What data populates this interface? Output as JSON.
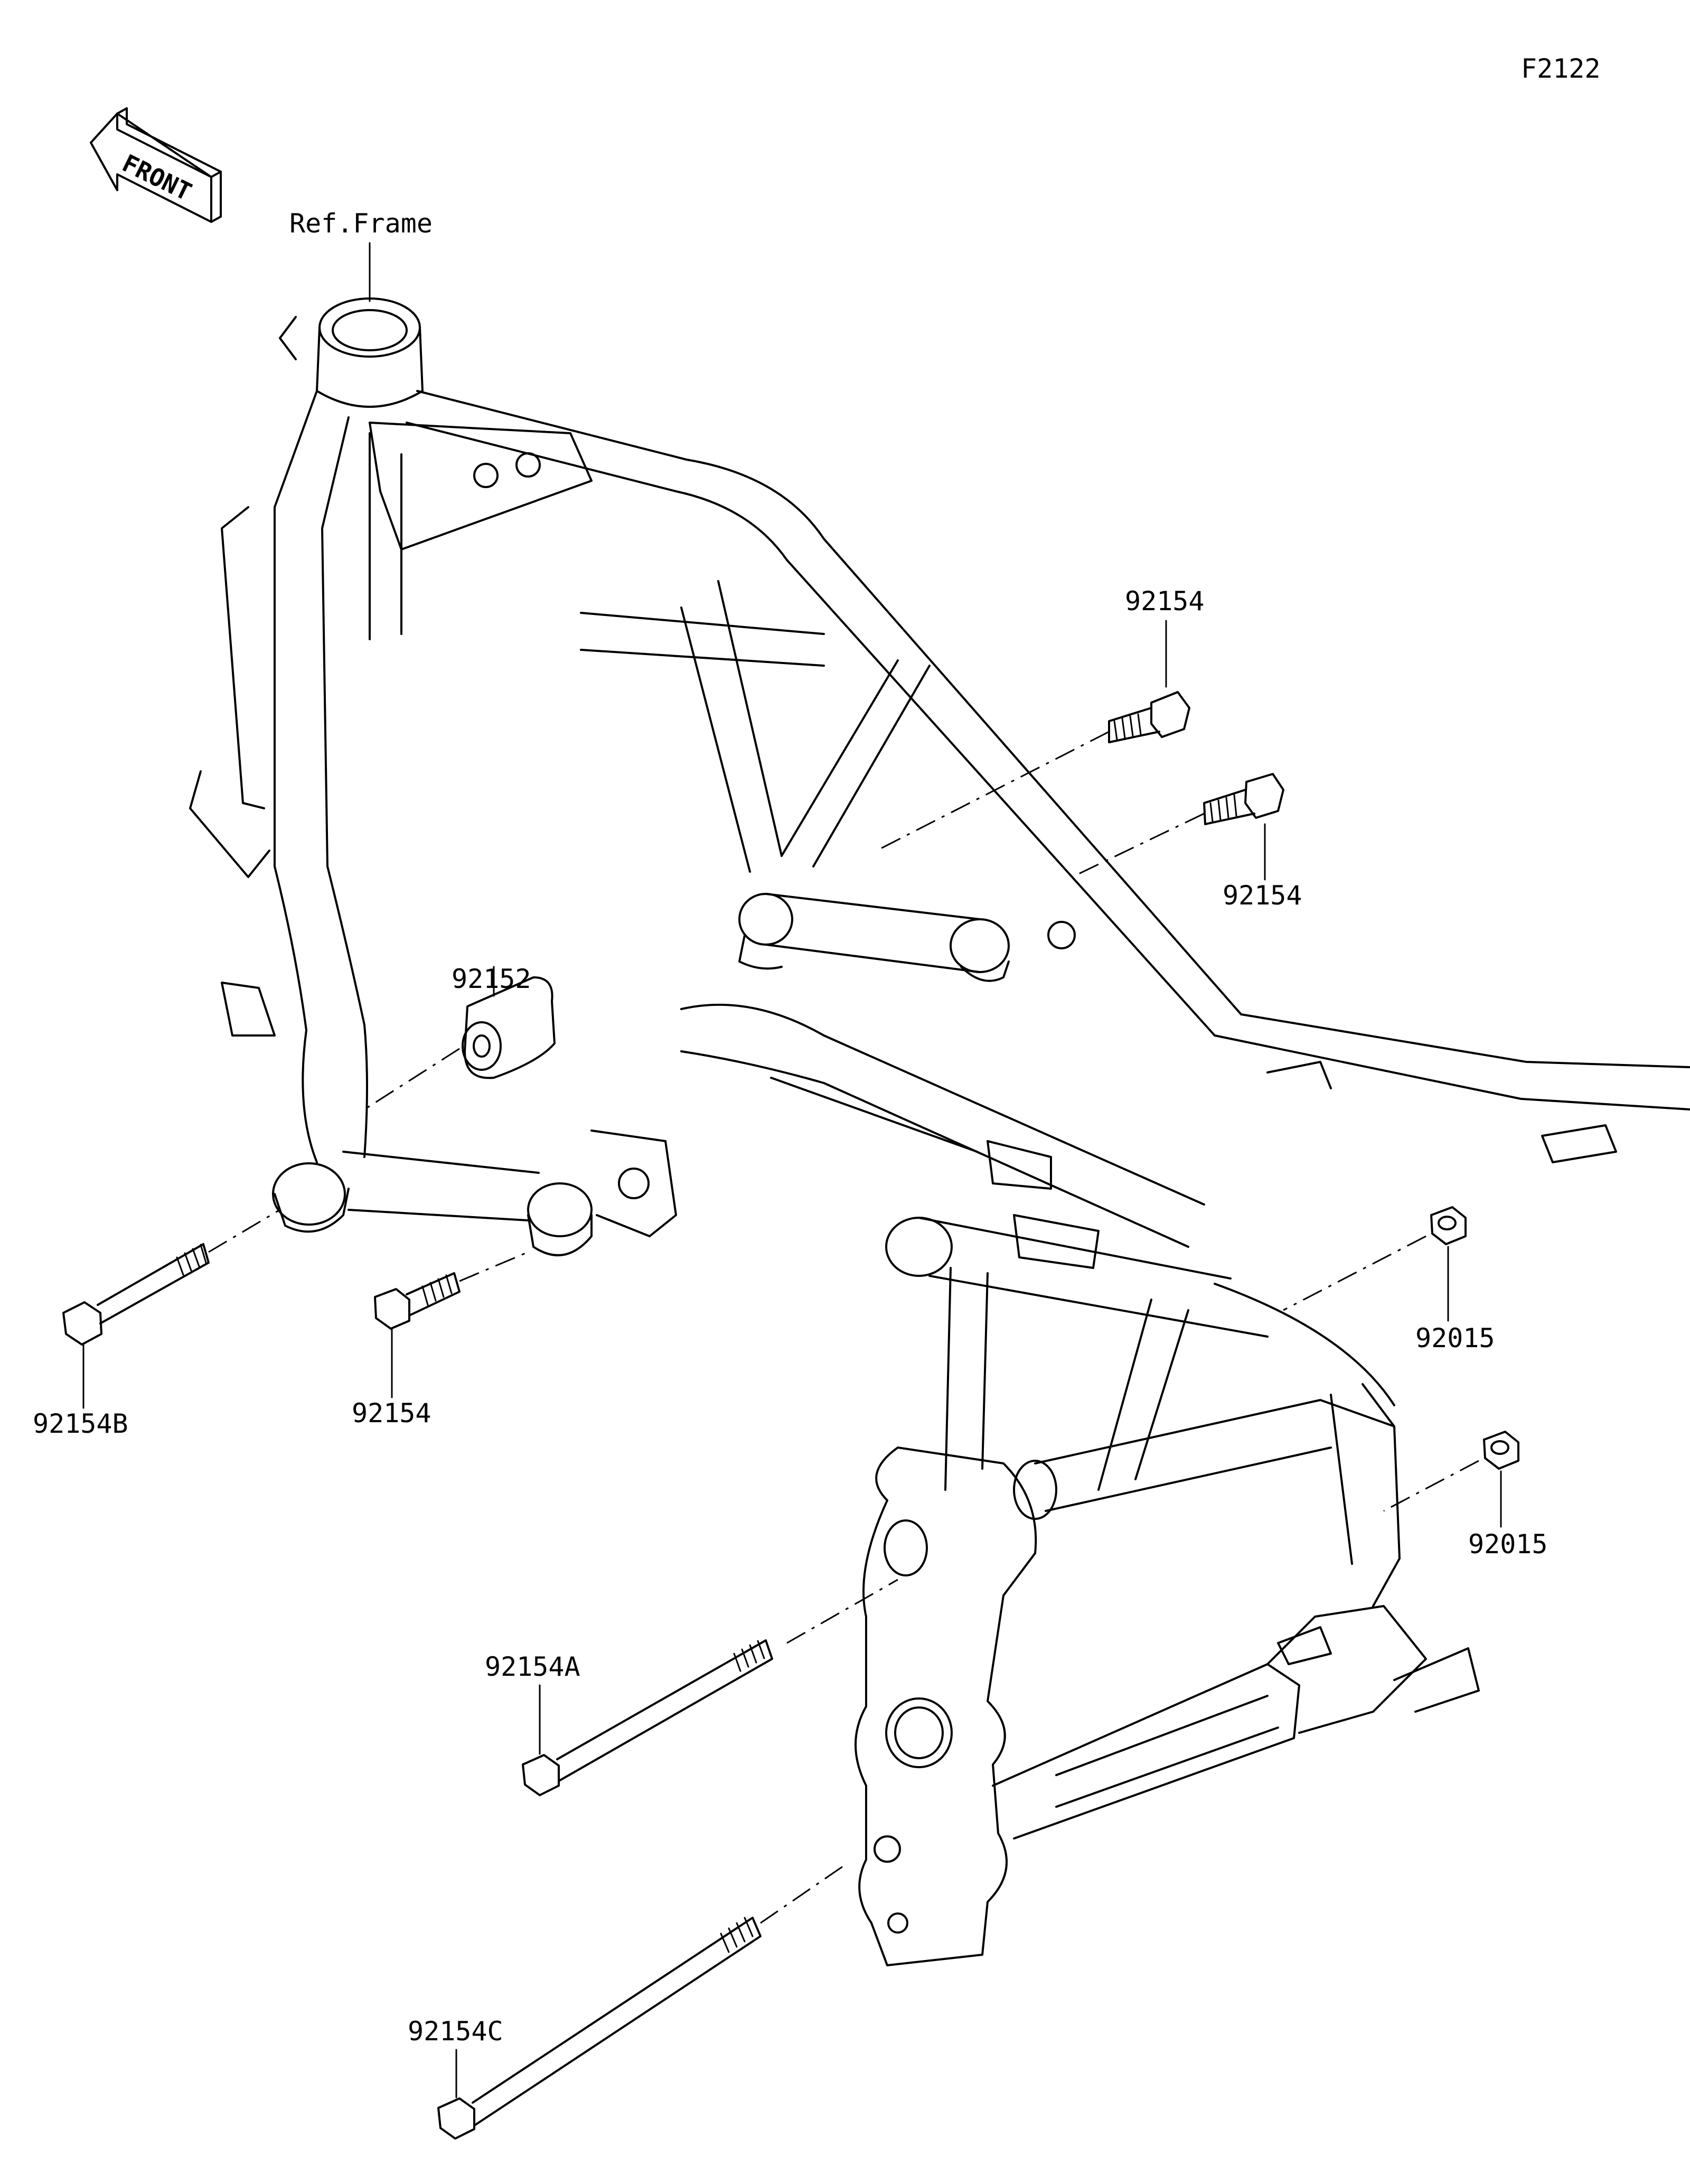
{
  "figure_code": "F2122",
  "front_arrow": {
    "label": "FRONT",
    "icon": "front-direction-arrow-icon"
  },
  "ref_frame": "Ref.Frame",
  "callouts": {
    "bolt_top_a": "92154",
    "bolt_top_b": "92154",
    "collar": "92152",
    "bolt_long_b": "92154B",
    "bolt_short": "92154",
    "nut_upper": "92015",
    "nut_lower": "92015",
    "bolt_long_a": "92154A",
    "bolt_long_c": "92154C"
  }
}
